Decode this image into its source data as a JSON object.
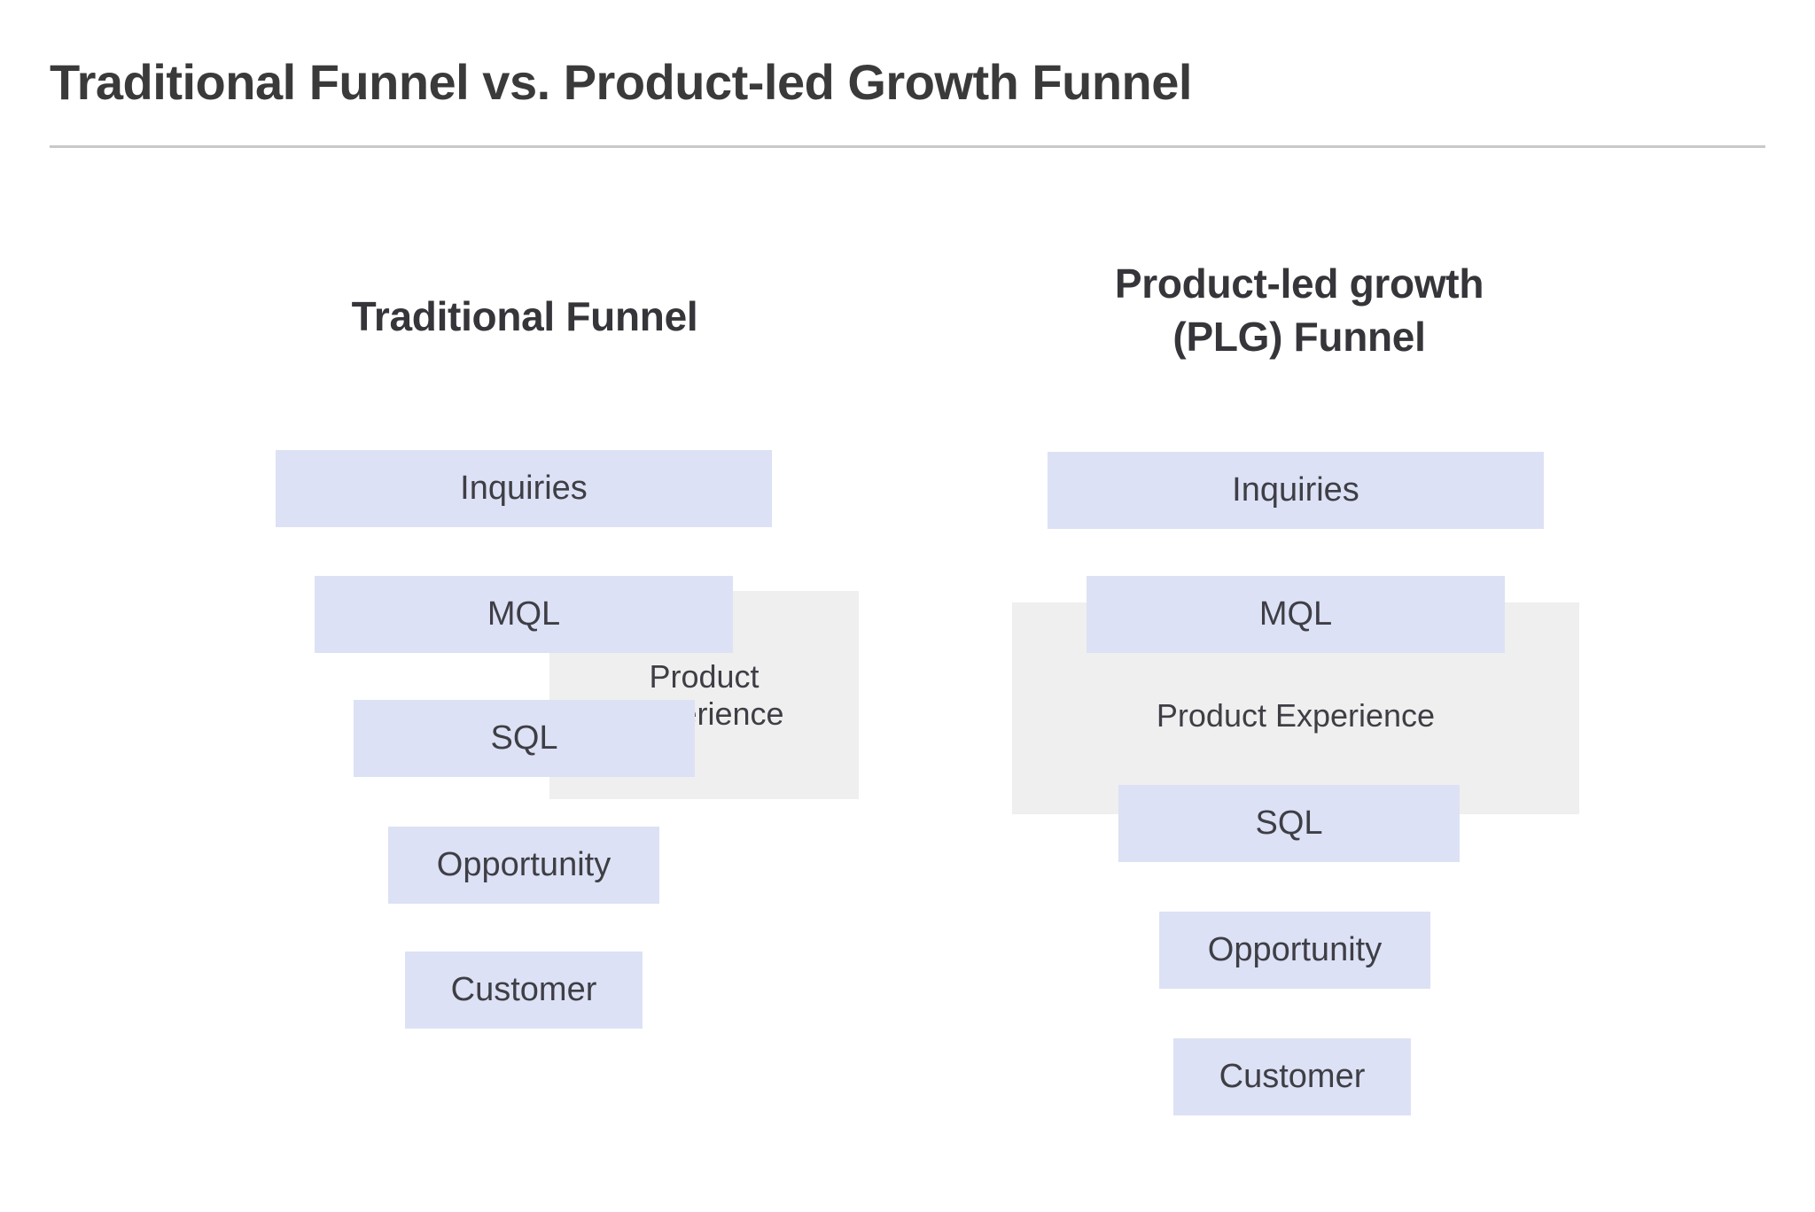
{
  "title": "Traditional Funnel vs. Product-led Growth Funnel",
  "colors": {
    "stage_bar_fill": "#dce1f5",
    "experience_box_fill": "#efefef",
    "divider": "#c9c9c9",
    "title_text": "#3a3a3a",
    "label_text": "#3e3e45"
  },
  "funnels": {
    "traditional": {
      "heading": "Traditional Funnel",
      "stages": [
        "Inquiries",
        "MQL",
        "SQL",
        "Opportunity",
        "Customer"
      ],
      "product_experience_label": "Product Experience"
    },
    "plg": {
      "heading_lines": [
        "Product-led growth",
        "(PLG) Funnel"
      ],
      "stages": [
        "Inquiries",
        "MQL",
        "SQL",
        "Opportunity",
        "Customer"
      ],
      "product_experience_label": "Product Experience"
    }
  }
}
